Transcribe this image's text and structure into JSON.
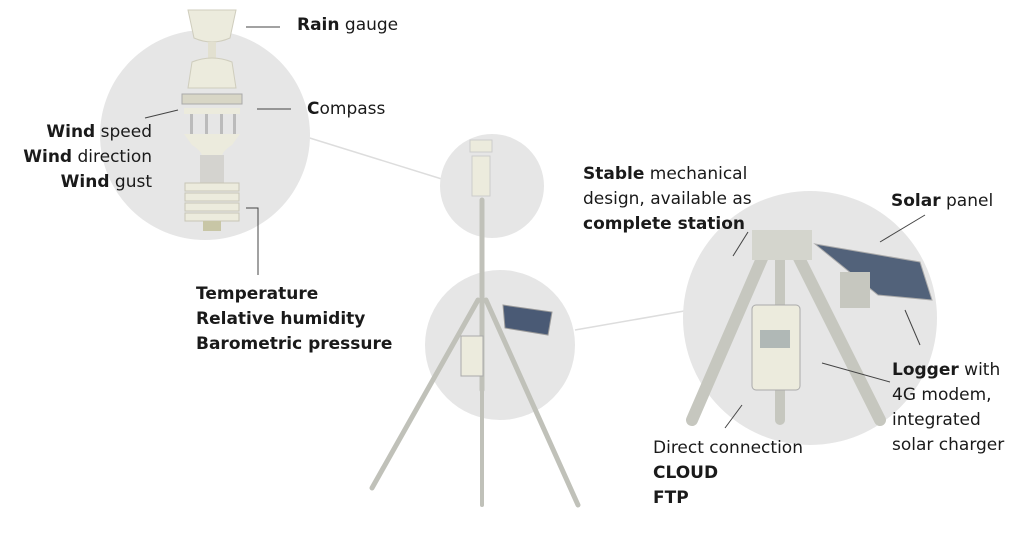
{
  "labels": {
    "rain": {
      "bold": "Rain",
      "rest": " gauge"
    },
    "compass": {
      "bold": "C",
      "rest": "ompass"
    },
    "wind_speed": {
      "bold": "Wind",
      "rest": " speed"
    },
    "wind_direction": {
      "bold": "Wind",
      "rest": " direction"
    },
    "wind_gust": {
      "bold": "Wind",
      "rest": " gust"
    },
    "temperature": "Temperature",
    "humidity": "Relative humidity",
    "pressure": "Barometric pressure",
    "stable_1_bold": "Stable",
    "stable_1_rest": " mechanical",
    "stable_2": "design, available as",
    "stable_3": "complete station",
    "solar": {
      "bold": "Solar",
      "rest": " panel"
    },
    "logger_1_bold": "Logger",
    "logger_1_rest": " with",
    "logger_2": "4G modem,",
    "logger_3": "integrated",
    "logger_4": "solar charger",
    "direct": "Direct connection",
    "cloud": "CLOUD",
    "ftp": "FTP"
  },
  "colors": {
    "circle": "#e6e6e6",
    "line": "#444444",
    "metal": "#bfc0b8",
    "plastic": "#ecebdd"
  }
}
